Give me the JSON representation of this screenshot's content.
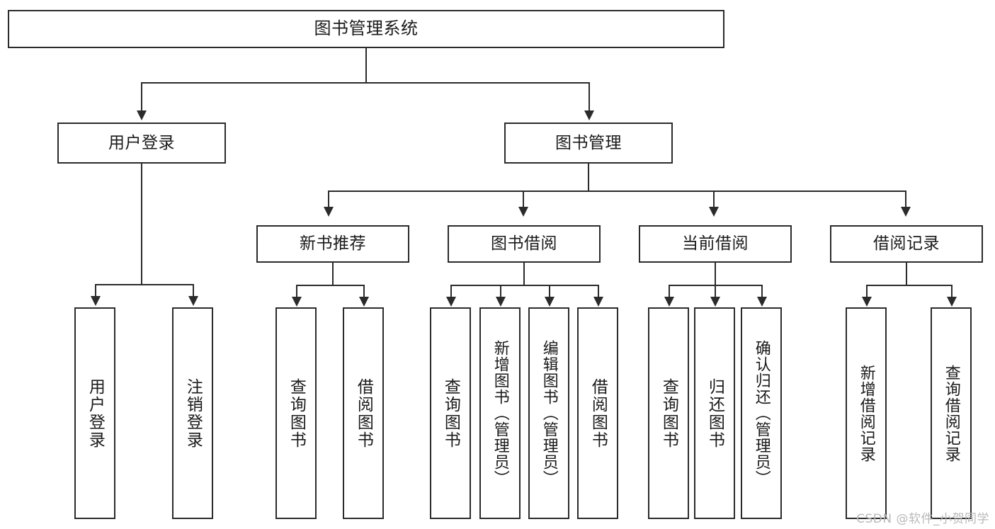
{
  "diagram": {
    "type": "tree-hierarchy",
    "title": "图书管理系统",
    "watermark": "CSDN @软件_小贺同学",
    "colors": {
      "stroke": "#2b2b2b",
      "fill": "#ffffff",
      "text": "#1a1a1a",
      "watermark": "#b9b9b9"
    },
    "nodes": {
      "root": {
        "label": "图书管理系统"
      },
      "level2": [
        {
          "id": "user-login",
          "label": "用户登录"
        },
        {
          "id": "book-manage",
          "label": "图书管理"
        }
      ],
      "level3": [
        {
          "id": "new-book-recommend",
          "label": "新书推荐"
        },
        {
          "id": "book-borrow",
          "label": "图书借阅"
        },
        {
          "id": "current-borrow",
          "label": "当前借阅"
        },
        {
          "id": "borrow-record",
          "label": "借阅记录"
        }
      ],
      "leaves_user_login": [
        {
          "id": "leaf-user-login",
          "label": "用户登录"
        },
        {
          "id": "leaf-logout-login",
          "label": "注销登录"
        }
      ],
      "leaves_new_book_recommend": [
        {
          "id": "leaf-query-book-1",
          "label": "查询图书"
        },
        {
          "id": "leaf-borrow-book-1",
          "label": "借阅图书"
        }
      ],
      "leaves_book_borrow": [
        {
          "id": "leaf-query-book-2",
          "label": "查询图书"
        },
        {
          "id": "leaf-add-book",
          "label": "新增图书（管理员）"
        },
        {
          "id": "leaf-edit-book",
          "label": "编辑图书（管理员）"
        },
        {
          "id": "leaf-borrow-book-2",
          "label": "借阅图书"
        }
      ],
      "leaves_current_borrow": [
        {
          "id": "leaf-query-book-3",
          "label": "查询图书"
        },
        {
          "id": "leaf-return-book",
          "label": "归还图书"
        },
        {
          "id": "leaf-confirm-return",
          "label": "确认归还（管理员）"
        }
      ],
      "leaves_borrow_record": [
        {
          "id": "leaf-add-borrow-record",
          "label": "新增借阅记录"
        },
        {
          "id": "leaf-query-borrow-record",
          "label": "查询借阅记录"
        }
      ]
    }
  }
}
